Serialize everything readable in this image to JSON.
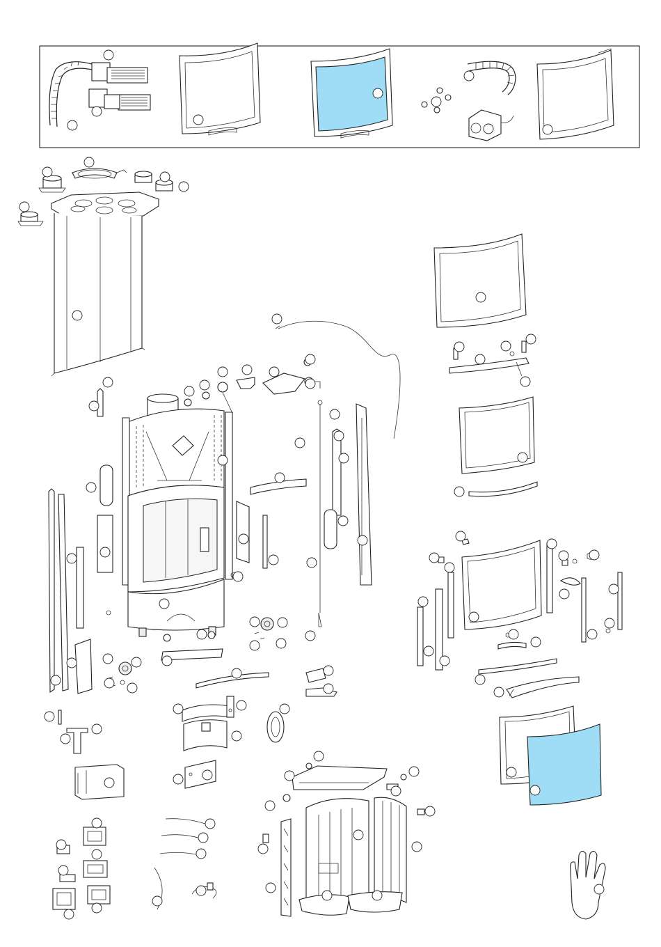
{
  "diagram": {
    "type": "exploded-parts-view",
    "accent_color": "#9fdcf5",
    "accessory_box": {
      "items": [
        {
          "name": "air-duct-hose-vents"
        },
        {
          "name": "door-frame-panel"
        },
        {
          "name": "glass-door-panel",
          "highlighted": true
        },
        {
          "name": "fan-hose-fittings"
        },
        {
          "name": "side-frame-panel"
        }
      ]
    },
    "call_out_count": 150,
    "labels": []
  }
}
